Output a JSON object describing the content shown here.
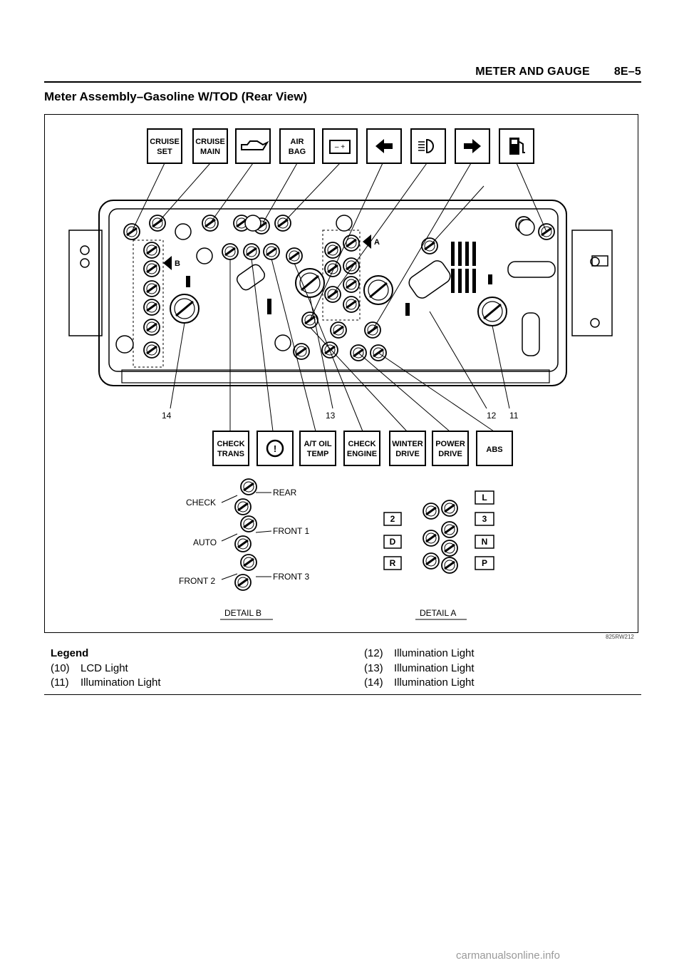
{
  "header": {
    "section": "METER AND GAUGE",
    "page": "8E–5"
  },
  "title": "Meter Assembly–Gasoline W/TOD (Rear View)",
  "figure": {
    "top_icons": [
      {
        "line1": "CRUISE",
        "line2": "SET"
      },
      {
        "line1": "CRUISE",
        "line2": "MAIN"
      },
      {
        "icon": "oil-can-icon"
      },
      {
        "line1": "AIR",
        "line2": "BAG"
      },
      {
        "icon": "battery-icon"
      },
      {
        "icon": "left-arrow-icon"
      },
      {
        "icon": "headlight-icon"
      },
      {
        "icon": "right-arrow-icon"
      },
      {
        "icon": "fuel-pump-icon"
      }
    ],
    "bottom_icons": [
      {
        "line1": "CHECK",
        "line2": "TRANS"
      },
      {
        "icon": "brake-warning-icon"
      },
      {
        "line1": "A/T OIL",
        "line2": "TEMP"
      },
      {
        "line1": "CHECK",
        "line2": "ENGINE"
      },
      {
        "line1": "WINTER",
        "line2": "DRIVE"
      },
      {
        "line1": "POWER",
        "line2": "DRIVE"
      },
      {
        "line1": "ABS",
        "line2": ""
      }
    ],
    "callouts": [
      "14",
      "13",
      "12",
      "11"
    ],
    "marks": {
      "a": "A",
      "b": "B"
    },
    "detail_b": {
      "label": "DETAIL B",
      "left": [
        "CHECK",
        "AUTO",
        "FRONT 2"
      ],
      "right": [
        "REAR",
        "FRONT 1",
        "FRONT 3"
      ]
    },
    "detail_a": {
      "label": "DETAIL A",
      "left": [
        "2",
        "D",
        "R"
      ],
      "right": [
        "L",
        "3",
        "N",
        "P"
      ]
    },
    "code": "825RW212"
  },
  "legend": {
    "heading": "Legend",
    "left": [
      {
        "num": "(10)",
        "text": "LCD Light"
      },
      {
        "num": "(11)",
        "text": "Illumination Light"
      }
    ],
    "right": [
      {
        "num": "(12)",
        "text": "Illumination Light"
      },
      {
        "num": "(13)",
        "text": "Illumination Light"
      },
      {
        "num": "(14)",
        "text": "Illumination Light"
      }
    ]
  },
  "watermark": "carmanualsonline.info"
}
